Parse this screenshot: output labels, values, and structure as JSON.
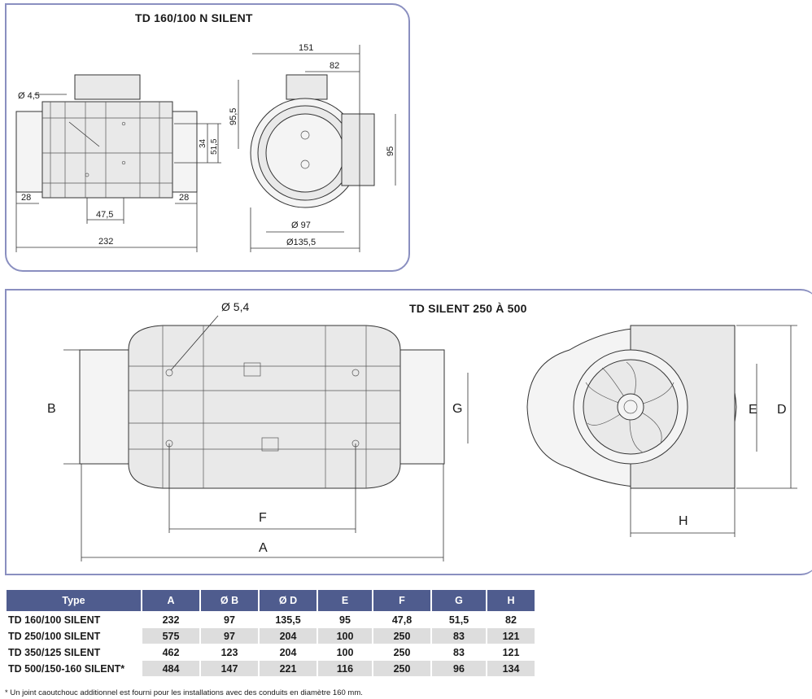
{
  "top_panel": {
    "title": "TD 160/100 N SILENT",
    "dims": {
      "hole": "Ø 4,5",
      "flange_left": "28",
      "flange_right": "28",
      "spacing": "47,5",
      "length": "232",
      "width": "151",
      "outlet": "82",
      "height": "95,5",
      "d34": "34",
      "d515": "51,5",
      "d95": "95",
      "d97": "Ø 97",
      "d1355": "Ø135,5"
    }
  },
  "bottom_panel": {
    "title": "TD SILENT 250 À 500",
    "dims": {
      "hole": "Ø 5,4",
      "B": "B",
      "G": "G",
      "F": "F",
      "A": "A",
      "E": "E",
      "D": "D",
      "H": "H"
    }
  },
  "table": {
    "headers": [
      "Type",
      "A",
      "Ø B",
      "Ø D",
      "E",
      "F",
      "G",
      "H"
    ],
    "rows": [
      [
        "TD 160/100 SILENT",
        "232",
        "97",
        "135,5",
        "95",
        "47,8",
        "51,5",
        "82"
      ],
      [
        "TD 250/100 SILENT",
        "575",
        "97",
        "204",
        "100",
        "250",
        "83",
        "121"
      ],
      [
        "TD 350/125 SILENT",
        "462",
        "123",
        "204",
        "100",
        "250",
        "83",
        "121"
      ],
      [
        "TD 500/150-160 SILENT*",
        "484",
        "147",
        "221",
        "116",
        "250",
        "96",
        "134"
      ]
    ]
  },
  "footnote": "* Un joint caoutchouc additionnel est fourni pour les installations avec des conduits en diamètre 160 mm.",
  "colors": {
    "panel_border": "#8a8fc0",
    "header_bg": "#4f5c8e",
    "row_shade": "#dddddd"
  }
}
